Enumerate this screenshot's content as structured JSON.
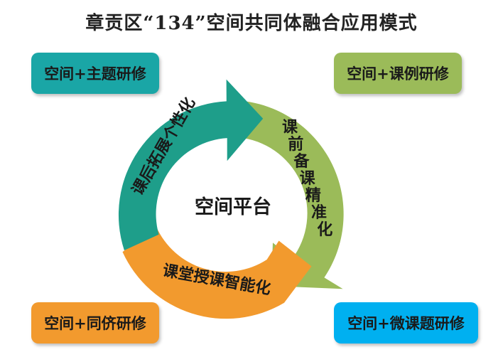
{
  "title": "章贡区“134”空间共同体融合应用模式",
  "center_label": "空间平台",
  "corner_boxes": {
    "top_left": {
      "label": "空间+主题研修",
      "color": "#1aa6a6"
    },
    "top_right": {
      "label": "空间+课例研修",
      "color": "#9bbb59"
    },
    "bottom_left": {
      "label": "空间+同侪研修",
      "color": "#f29a2e"
    },
    "bottom_right": {
      "label": "空间+微课题研修",
      "color": "#00b0f0"
    }
  },
  "cycle_segments": {
    "left": {
      "label": "课后拓展个性化",
      "color": "#1e9e8a"
    },
    "right": {
      "label": "课前备课精准化",
      "color": "#9bbb59"
    },
    "bottom": {
      "label": "课堂授课智能化",
      "color": "#f29a2e"
    }
  }
}
